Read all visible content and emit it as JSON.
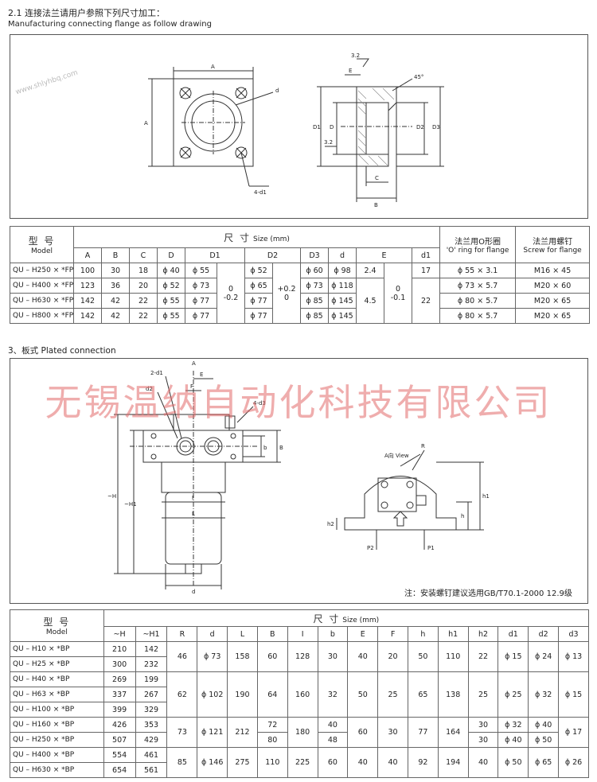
{
  "section1": {
    "title": "2.1 连接法兰请用户参照下列尺寸加工：",
    "subtitle": "Manufacturing connecting flange as follow drawing",
    "drawing_labels": {
      "a": "A",
      "d": "d",
      "four_d1": "4-d1",
      "e": "E",
      "deg45": "45°",
      "d1": "D1",
      "d_cap": "D",
      "d2": "D2",
      "d3": "D3",
      "c": "C",
      "b": "B",
      "r32_top": "3.2",
      "r32_side": "3.2"
    }
  },
  "table1": {
    "model_cn": "型 号",
    "model_en": "Model",
    "size_cn": "尺 寸",
    "size_en": "Size (mm)",
    "oring_cn": "法兰用O形圈",
    "oring_en": "'O' ring for flange",
    "screw_cn": "法兰用螺钉",
    "screw_en": "Screw for flange",
    "cols": [
      "A",
      "B",
      "C",
      "D",
      "D1",
      "D2",
      "D3",
      "d",
      "E",
      "d1"
    ],
    "rows": [
      {
        "model": "QU – H250 × *FP",
        "A": "100",
        "B": "30",
        "C": "18",
        "D": "ϕ 40",
        "D1": "ϕ 55",
        "D2": "ϕ 52",
        "D3": "ϕ 60",
        "d": "ϕ 98",
        "oring": "ϕ 55 × 3.1",
        "screw": "M16 × 45"
      },
      {
        "model": "QU – H400 × *FP",
        "A": "123",
        "B": "36",
        "C": "20",
        "D": "ϕ 52",
        "D1": "ϕ 73",
        "D2": "ϕ 65",
        "D3": "ϕ 73",
        "d": "ϕ 118",
        "oring": "ϕ 73 × 5.7",
        "screw": "M20 × 60"
      },
      {
        "model": "QU – H630 × *FP",
        "A": "142",
        "B": "42",
        "C": "22",
        "D": "ϕ 55",
        "D1": "ϕ 77",
        "D2": "ϕ 77",
        "D3": "ϕ 85",
        "d": "ϕ 145",
        "oring": "ϕ 80 × 5.7",
        "screw": "M20 × 65"
      },
      {
        "model": "QU – H800 × *FP",
        "A": "142",
        "B": "42",
        "C": "22",
        "D": "ϕ 55",
        "D1": "ϕ 77",
        "D2": "ϕ 77",
        "D3": "ϕ 85",
        "d": "ϕ 145",
        "oring": "ϕ 80 × 5.7",
        "screw": "M20 × 65"
      }
    ],
    "d1_tol_top": "0",
    "d1_tol_bottom": "-0.2",
    "d2_tol_top": "+0.2",
    "d2_tol_bottom": "0",
    "e_first": "2.4",
    "e_rest": "4.5",
    "e_tol_top": "0",
    "e_tol_bottom": "-0.1",
    "d1_first": "17",
    "d1_rest": "22"
  },
  "section2": {
    "title": "3、板式  Plated connection",
    "drawing_labels": {
      "two_d1": "2-d1",
      "d2": "d2",
      "a": "A",
      "e": "E",
      "f": "F",
      "four_d3": "4-d3",
      "b_small": "b",
      "b_cap": "B",
      "h": "~H",
      "h1": "~H1",
      "i": "I",
      "l": "L",
      "d": "d",
      "r": "R",
      "a_view": "A向 View",
      "h2": "h2",
      "h_small": "h",
      "h1_small": "h1",
      "p1": "P1",
      "p2": "P2"
    },
    "note": "注：安装螺钉建议选用GB/T70.1-2000    12.9级"
  },
  "watermark": "无锡温纳自动化科技有限公司",
  "small_watermark": "www.shlyhbq.com",
  "table2": {
    "model_cn": "型 号",
    "model_en": "Model",
    "size_cn": "尺 寸",
    "size_en": "Size (mm)",
    "cols": [
      "~H",
      "~H1",
      "R",
      "d",
      "L",
      "B",
      "I",
      "b",
      "E",
      "F",
      "h",
      "h1",
      "h2",
      "d1",
      "d2",
      "d3"
    ],
    "models": [
      "QU – H10 × *BP",
      "QU – H25 × *BP",
      "QU – H40 × *BP",
      "QU – H63 × *BP",
      "QU – H100 × *BP",
      "QU – H160 × *BP",
      "QU – H250 × *BP",
      "QU – H400 × *BP",
      "QU – H630 × *BP"
    ],
    "H": [
      "210",
      "300",
      "269",
      "337",
      "399",
      "426",
      "507",
      "554",
      "654"
    ],
    "H1": [
      "142",
      "232",
      "199",
      "267",
      "329",
      "353",
      "429",
      "461",
      "561"
    ],
    "g1": {
      "R": "46",
      "d": "ϕ 73",
      "L": "158",
      "B": "60",
      "I": "128",
      "b": "30",
      "E": "40",
      "F": "20",
      "h": "50",
      "h1": "110",
      "h2": "22",
      "d1": "ϕ 15",
      "d2": "ϕ 24",
      "d3": "ϕ 13"
    },
    "g2": {
      "R": "62",
      "d": "ϕ 102",
      "L": "190",
      "B": "64",
      "I": "160",
      "b": "32",
      "E": "50",
      "F": "25",
      "h": "65",
      "h1": "138",
      "h2": "25",
      "d1": "ϕ 25",
      "d2": "ϕ 32",
      "d3": "ϕ 15"
    },
    "g3": {
      "R": "73",
      "d": "ϕ 121",
      "L": "212",
      "B_a": "72",
      "B_b": "80",
      "I": "180",
      "b_a": "40",
      "b_b": "48",
      "E": "60",
      "F": "30",
      "h": "77",
      "h1": "164",
      "h2_a": "30",
      "h2_b": "30",
      "d1_a": "ϕ 32",
      "d1_b": "ϕ 40",
      "d2_a": "ϕ 40",
      "d2_b": "ϕ 50",
      "d3": "ϕ 17"
    },
    "g4": {
      "R": "85",
      "d": "ϕ 146",
      "L": "275",
      "B": "110",
      "I": "225",
      "b": "60",
      "E": "40",
      "F": "40",
      "h": "92",
      "h1": "194",
      "h2": "40",
      "d1": "ϕ 50",
      "d2": "ϕ 65",
      "d3": "ϕ 26"
    }
  }
}
